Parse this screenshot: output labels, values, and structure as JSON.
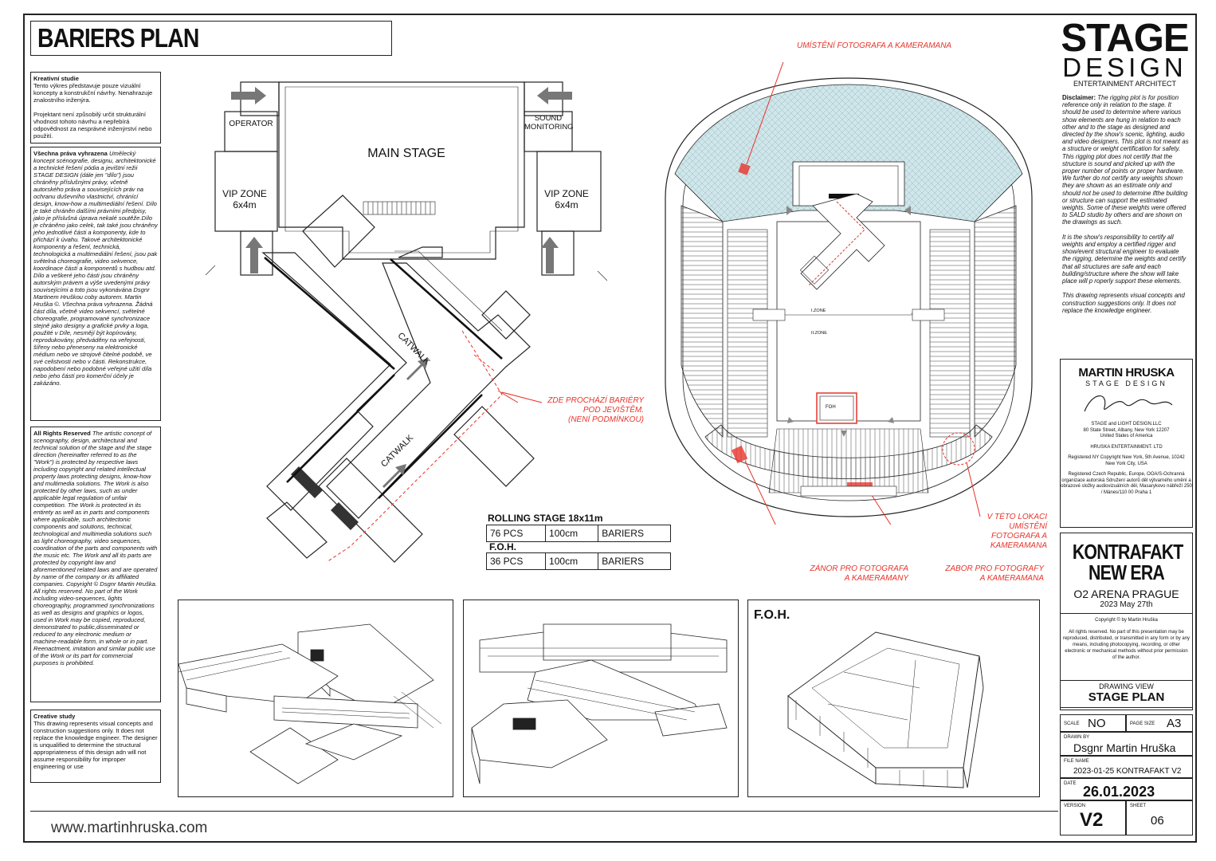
{
  "title": "BARIERS PLAN",
  "left_notes": {
    "kreativni_title": "Kreativní studie",
    "kreativni_text": "Tento výkres představuje pouze vizuální koncepty a konstrukční návrhy. Nenahrazuje znalostního inženýra.",
    "projektant_text": "Projektant není způsobilý určit strukturální vhodnost tohoto návrhu a nepřebírá odpovědnost za nesprávné inženýrství nebo použití.",
    "prava_title": "Všechna práva vyhrazena",
    "prava_text": "Umělecký koncept scénografie, designu, architektonické a technické řešení pódia a jevištní režii STAGE DESIGN (dále jen \"dílo\") jsou chráněny příslušnými právy, včetně autorského práva a souvisejících práv na ochranu duševního vlastnictví, chránící design, know-how a multimediální řešení. Dílo je také chráněn dalšími právními předpisy, jako je příslušná úprava nekalé soutěže.Dílo je chráněno jako celek, tak také jsou chráněny jeho jednotlivé části a komponenty, kde to přichází k úvahu. Takové architektonické komponenty a řešení, technická, technologická a multimediální řešení, jsou pak světelná choreografie, video sekvence, koordinace částí a komponentů s hudbou atd. Dílo a veškeré jeho části jsou chráněny autorským právem a výše uvedenými právy souvisejícími a toto jsou vykonávána Dsgnr Martinem Hruškou coby autorem. Martin Hruška ©. Všechna práva vyhrazena. Žádná část díla, včetně video sekvencí, světelné choreografie, programované synchronizace stejně jako designy a grafické prvky a loga, použité v Díle, nesmějí být kopírovány, reprodukovány, předváděny na veřejnosti, šířeny nebo přeneseny na elektronické médium nebo ve strojově čitelné podobě, ve své celistvosti nebo v části. Rekonstrukce, napodobení nebo podobné veřejné užití díla nebo jeho částí pro komerční účely je zakázáno.",
    "rights_title": "All Rights Reserved",
    "rights_text": "The artistic concept of scenography, design, architectural and technical solution of the stage and the stage direction (hereinafter referred to as the \"Work\") is protected by respective laws including copyright and related intellectual property laws protecting designs, know-how and multimedia solutions. The Work is also protected by other laws, such as under applicable legal regulation of unfair competition. The Work is protected in its entirety as well as in parts and components where applicable, such architectonic components and solutions, technical, technological and multimedia solutions such as light choreography, video sequences, coordination of the parts and components with the music etc. The Work and all its parts are protected by copyright law and aforementioned related laws and are operated by name of the company or its affiliated companies. Copyright © Dsgnr Martin Hruška. All rights reserved. No part of the Work including video-sequences, lights choreography, programmed synchronizations as well as designs and graphics or logos, used in Work may be copied, reproduced, demonstrated to public,disseminated or reduced to any electronic medium or machine-readable form, in whole or in part. Reenactment, imitation and similar public use of the Work or its part for commercial purposes is prohibited.",
    "creative_title": "Creative study",
    "creative_text": "This drawing represents visual concepts and construction suggestions only. It does not replace the knowledge engineer. The designer is unqualified to determine the structural appropriateness of this design adn will not assume responsibility for improper engineering or use"
  },
  "website": "www.martinhruska.com",
  "plan": {
    "operator": "OPERATOR",
    "sound_monitoring": "SOUND\nMONITORING",
    "main_stage": "MAIN STAGE",
    "vip_left": "VIP ZONE\n6x4m",
    "vip_right": "VIP ZONE\n6x4m",
    "catwalk_1": "CATWALK",
    "catwalk_2": "CATWALK",
    "barrier_note": "ZDE PROCHÁZÍ BARIÉRY\nPOD JEVIŠTĚM.\n(NENÍ PODMÍNKOU)"
  },
  "arena": {
    "photo_top": "UMÍSTĚNÍ FOTOGRAFA A KAMERAMANA",
    "zone_1": "I.ZONE",
    "zone_2": "II.ZONE",
    "foh": "FOH",
    "right_note": "V TÉTO LOKACI\nUMÍSTĚNÍ\nFOTOGRAFA A\nKAMERAMANA",
    "zanor_note": "ZÁNOR PRO FOTOGRAFA\nA KAMERAMANY",
    "zabor_note": "ZABOR PRO FOTOGRAFY\nA KAMERAMANA"
  },
  "table": {
    "rolling_title": "ROLLING STAGE 18x11m",
    "rolling_row": [
      "76 PCS",
      "100cm",
      "BARIERS"
    ],
    "foh_title": "F.O.H.",
    "foh_row": [
      "36 PCS",
      "100cm",
      "BARIERS"
    ]
  },
  "foh_view_label": "F.O.H.",
  "title_block": {
    "logo_line1": "STAGE",
    "logo_line2": "DESIGN",
    "logo_line3": "ENTERTAINMENT ARCHITECT",
    "disclaimer_title": "Disclaimer:",
    "disclaimer_1": "The rigging plot is for position reference only in relation to the stage. It should be used to determine where various show elements are hung in relation to each other and to the stage as designed and directed by the show's scenic, lighting, audio and video designers. This plot is not meant as a structure or weight certification for safety.",
    "disclaimer_2": "This rigging plot does not certify that the structure is sound and picked up with the proper number of points or proper hardware. We further do not certify any weights shown they are shown as an estimate only and should not be used to determine ifthe building or structure can support the estimated weights. Some of these weights were offered to SALD studio by others and are shown on the drawings as such.",
    "disclaimer_3": "It is the show's responsibility to certify all weights and employ a certified rigger and show/event structural engineer to evaluate the rigging, determine the weights and certify that all structures are safe and each building/structure where the show will take place will p roperly support these elements.",
    "disclaimer_4": "This drawing represents visual concepts and construction suggestions only. It does not replace the knowledge engineer.",
    "mh_name": "MARTIN HRUSKA",
    "mh_sub": "STAGE DESIGN",
    "addr_1": "STAGE and LIGHT DESIGN.LLC",
    "addr_2": "80 State Street, Albany, New York 12207",
    "addr_3": "United States of America",
    "addr_4": "HRUSKA ENTERTAINMENT. LTD",
    "addr_5": "Registered NY Copyright New York, 5th Avenue, 10242",
    "addr_6": "New York City, USA",
    "addr_7": "Registered Czech Republic, Europe, OOA/S-Ochranná organizace autorská Sdružení autorů děl výtvarného umění a obrazové složky audiovizuálních děl, Masarykovo nábřeží 250 / Mánes/110 00 Praha 1",
    "project_1": "KONTRAFAKT",
    "project_2": "NEW ERA",
    "venue": "O2 ARENA PRAGUE",
    "date_line": "2023 May 27th",
    "copyright": "Copyright © by Martin Hruška",
    "rights_small": "All rights reserved. No part of this presentation may be reproduced, distributed, or transmitted in any form or by  any means, including photocopying, recording, or other electronic or mechanical methods without prior permission of the author.",
    "drawing_view_label": "DRAWING VIEW",
    "drawing_view": "STAGE PLAN",
    "scale_label": "SCALE",
    "scale": "NO",
    "page_size_label": "PAGE SIZE",
    "page_size": "A3",
    "drawn_by_label": "DRAWN BY",
    "drawn_by": "Dsgnr Martin Hruška",
    "file_name_label": "FILE NAME",
    "file_name": "2023-01-25 KONTRAFAKT V2",
    "date_label": "DATE",
    "date": "26.01.2023",
    "version_label": "VERSION",
    "version": "V2",
    "sheet_label": "SHEET",
    "sheet": "06"
  },
  "colors": {
    "accent_red": "#e8332a",
    "seating_blue": "#cfe6ea",
    "line": "#222222"
  }
}
